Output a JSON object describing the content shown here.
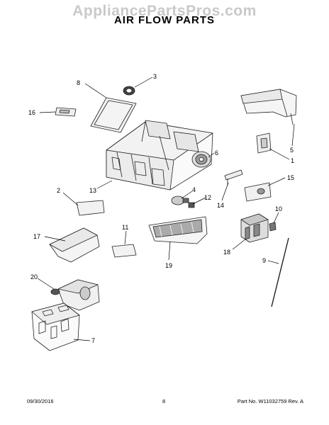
{
  "header": {
    "watermark": "AppliancePartsPros.com",
    "title": "AIR FLOW PARTS"
  },
  "callouts": [
    {
      "id": "c3",
      "label": "3"
    },
    {
      "id": "c8",
      "label": "8"
    },
    {
      "id": "c16",
      "label": "16"
    },
    {
      "id": "c5",
      "label": "5"
    },
    {
      "id": "c1",
      "label": "1"
    },
    {
      "id": "c6",
      "label": "6"
    },
    {
      "id": "c2",
      "label": "2"
    },
    {
      "id": "c13",
      "label": "13"
    },
    {
      "id": "c4",
      "label": "4"
    },
    {
      "id": "c12",
      "label": "12"
    },
    {
      "id": "c15",
      "label": "15"
    },
    {
      "id": "c14",
      "label": "14"
    },
    {
      "id": "c10",
      "label": "10"
    },
    {
      "id": "c17",
      "label": "17"
    },
    {
      "id": "c11",
      "label": "11"
    },
    {
      "id": "c19",
      "label": "19"
    },
    {
      "id": "c18",
      "label": "18"
    },
    {
      "id": "c9",
      "label": "9"
    },
    {
      "id": "c20",
      "label": "20"
    },
    {
      "id": "c7",
      "label": "7"
    }
  ],
  "footer": {
    "date": "09/30/2016",
    "page": "8",
    "part_number": "Part No. W11032759  Rev. A"
  }
}
